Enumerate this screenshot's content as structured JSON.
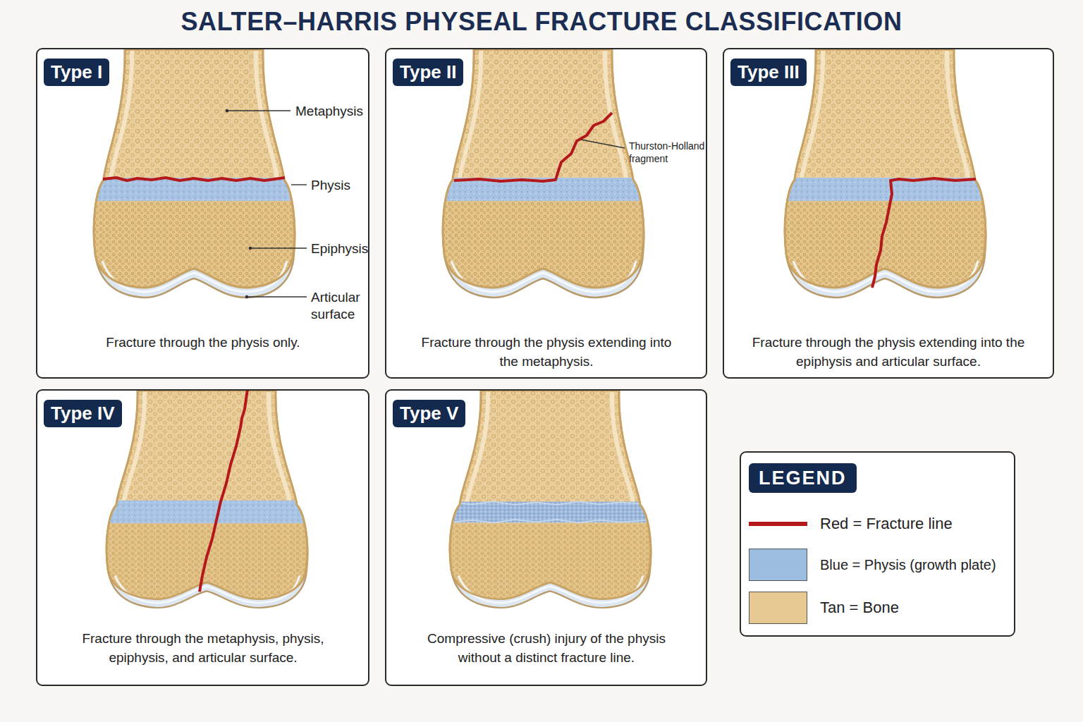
{
  "diagram": {
    "title": "SALTER–HARRIS PHYSEAL FRACTURE CLASSIFICATION",
    "nodes": [
      {
        "text": [
          "Type I",
          "Fracture through the physis only."
        ]
      },
      {
        "text": [
          "Type II",
          "Fracture through the physis extending into the metaphysis."
        ]
      },
      {
        "text": [
          "Type III",
          "Fracture through the physis extending into the epiphysis and articular surface."
        ]
      },
      {
        "text": [
          "Type IV",
          "Fracture through the metaphysis, physis, epiphysis, and articular surface."
        ]
      },
      {
        "text": [
          "Type V",
          "Compressive (crush) injury of the physis without a distinct fracture line."
        ]
      },
      {
        "text": [
          "LEGEND"
        ]
      }
    ],
    "labels": [
      "Metaphysis",
      "Physis",
      "Epiphysis",
      "Articular surface",
      "Thurston-Holland fragment"
    ],
    "legend": [
      {
        "text": "Red = Fracture line"
      },
      {
        "text": "Blue = Physis (growth plate)",
        "color": "#9dbde0"
      },
      {
        "text": "Tan = Bone",
        "color": "#e6c893"
      }
    ]
  }
}
